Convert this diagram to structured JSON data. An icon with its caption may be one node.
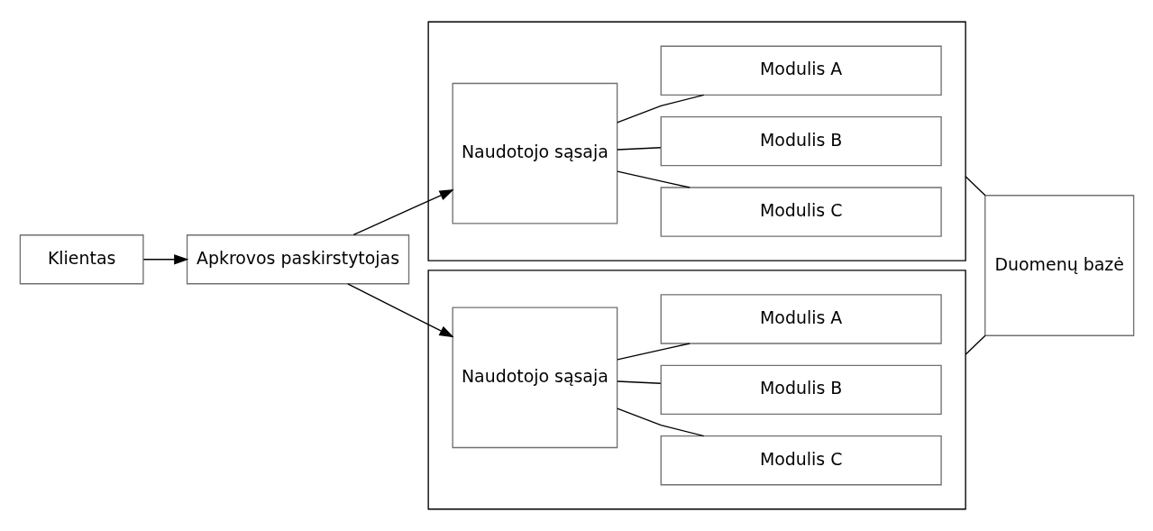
{
  "diagram": {
    "nodes": [
      {
        "text": [
          "Klientas"
        ]
      },
      {
        "text": [
          "Apkrovos paskirstytojas"
        ]
      },
      {
        "text": [],
        "shape": "box"
      },
      {
        "text": [
          "Naudotojo sąsaja"
        ],
        "in": 2
      },
      {
        "text": [
          "Modulis A"
        ],
        "in": 2
      },
      {
        "text": [
          "Modulis B"
        ],
        "in": 2
      },
      {
        "text": [
          "Modulis C"
        ],
        "in": 2
      },
      {
        "text": [],
        "shape": "box"
      },
      {
        "text": [
          "Naudotojo sąsaja"
        ],
        "in": 7
      },
      {
        "text": [
          "Modulis A"
        ],
        "in": 7
      },
      {
        "text": [
          "Modulis B"
        ],
        "in": 7
      },
      {
        "text": [
          "Modulis C"
        ],
        "in": 7
      },
      {
        "text": [
          "Duomenų bazė"
        ]
      }
    ],
    "edges": [
      {
        "from": 0,
        "to": 1,
        "arrow": "to"
      },
      {
        "from": 1,
        "to": 3,
        "arrow": "to"
      },
      {
        "from": 1,
        "to": 8,
        "arrow": "to"
      },
      {
        "from": 3,
        "to": 4,
        "arrow": "none"
      },
      {
        "from": 3,
        "to": 5,
        "arrow": "none"
      },
      {
        "from": 3,
        "to": 6,
        "arrow": "none"
      },
      {
        "from": 8,
        "to": 9,
        "arrow": "none"
      },
      {
        "from": 8,
        "to": 10,
        "arrow": "none"
      },
      {
        "from": 8,
        "to": 11,
        "arrow": "none"
      },
      {
        "from": 2,
        "to": 12,
        "arrow": "none"
      },
      {
        "from": 7,
        "to": 12,
        "arrow": "none"
      }
    ]
  }
}
